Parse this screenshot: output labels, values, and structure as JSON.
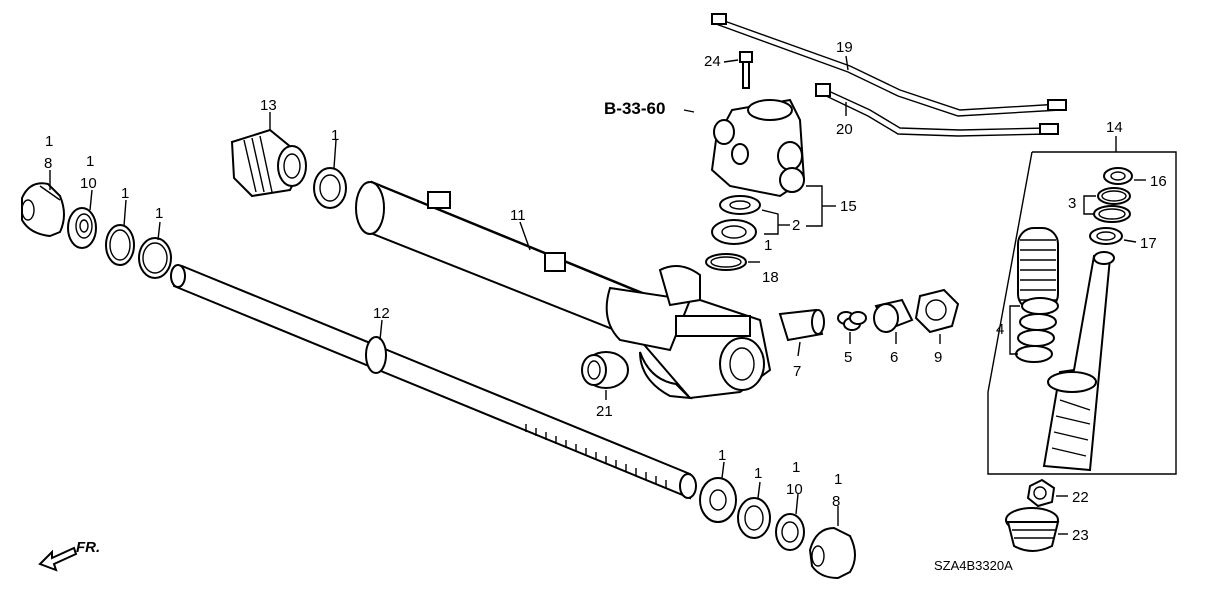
{
  "diagram": {
    "reference": "B-33-60",
    "drawing_code": "SZA4B3320A",
    "direction_label": "FR.",
    "callouts": {
      "c8a_top": "1",
      "c8a": "8",
      "c10a_top": "1",
      "c10a": "10",
      "c1a": "1",
      "c1b": "1",
      "c13": "13",
      "c1c": "1",
      "c11": "11",
      "c12": "12",
      "c24": "24",
      "c19": "19",
      "c20": "20",
      "c15": "15",
      "c2": "2",
      "c1d": "1",
      "c18": "18",
      "c7": "7",
      "c5": "5",
      "c6": "6",
      "c9": "9",
      "c21": "21",
      "c14": "14",
      "c16": "16",
      "c3": "3",
      "c17": "17",
      "c4": "4",
      "c22": "22",
      "c23": "23",
      "c1e": "1",
      "c1f": "1",
      "c10b_top": "1",
      "c10b": "10",
      "c8b_top": "1",
      "c8b": "8"
    }
  }
}
